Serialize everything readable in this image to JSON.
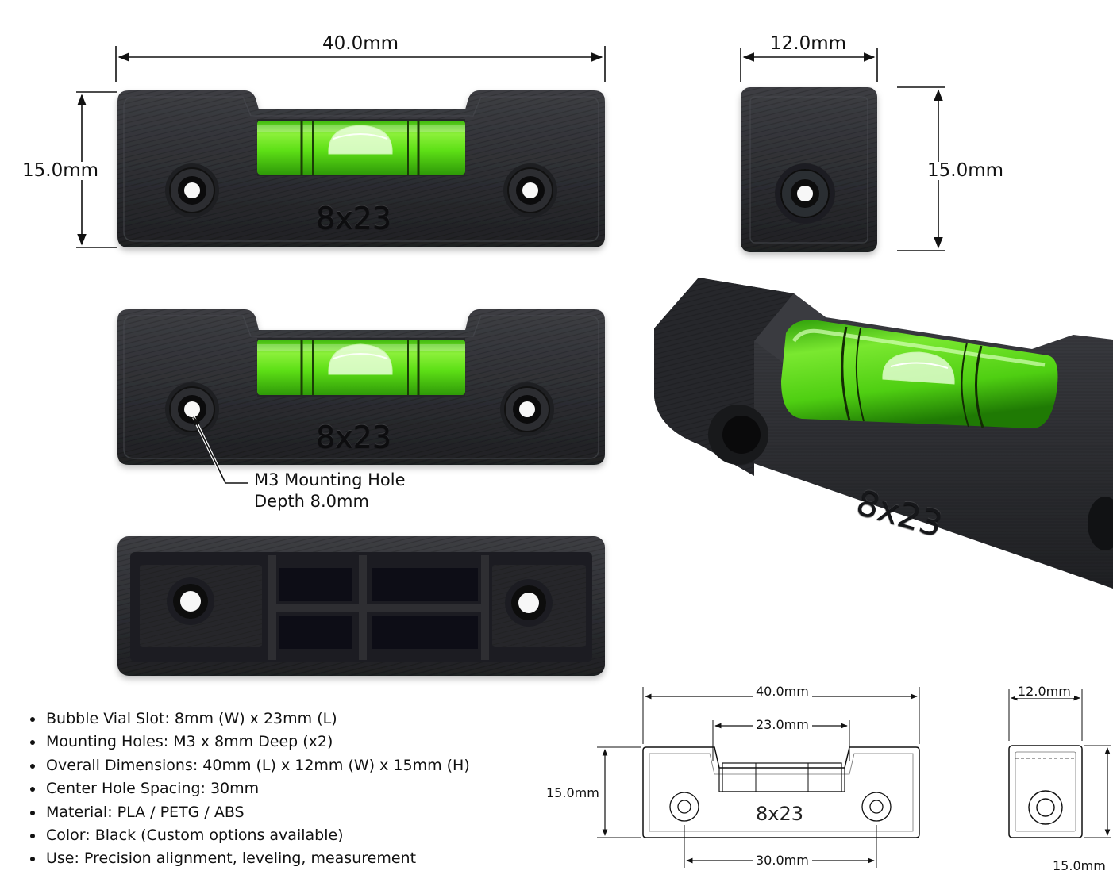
{
  "dimensions": {
    "top_length": "40.0mm",
    "top_height": "15.0mm",
    "side_width": "12.0mm",
    "side_height": "15.0mm"
  },
  "engraving": "8x23",
  "callout": {
    "line1": "M3 Mounting Hole",
    "line2": "Depth 8.0mm"
  },
  "specs": [
    "Bubble Vial Slot: 8mm (W) x 23mm (L)",
    "Mounting Holes: M3 x 8mm Deep (x2)",
    "Overall Dimensions: 40mm (L) x 12mm (W) x 15mm (H)",
    "Center Hole Spacing: 30mm",
    "Material: PLA / PETG / ABS",
    "Color: Black (Custom options available)",
    "Use: Precision alignment, leveling, measurement"
  ],
  "drawing": {
    "length": "40.0mm",
    "slot_length": "23.0mm",
    "height": "15.0mm",
    "hole_spacing": "30.0mm",
    "label": "8x23",
    "side_width": "12.0mm",
    "side_height": "15.0mm"
  },
  "colors": {
    "body": "#2e2f33",
    "vial_green": "#5ee016",
    "line": "#111111"
  }
}
